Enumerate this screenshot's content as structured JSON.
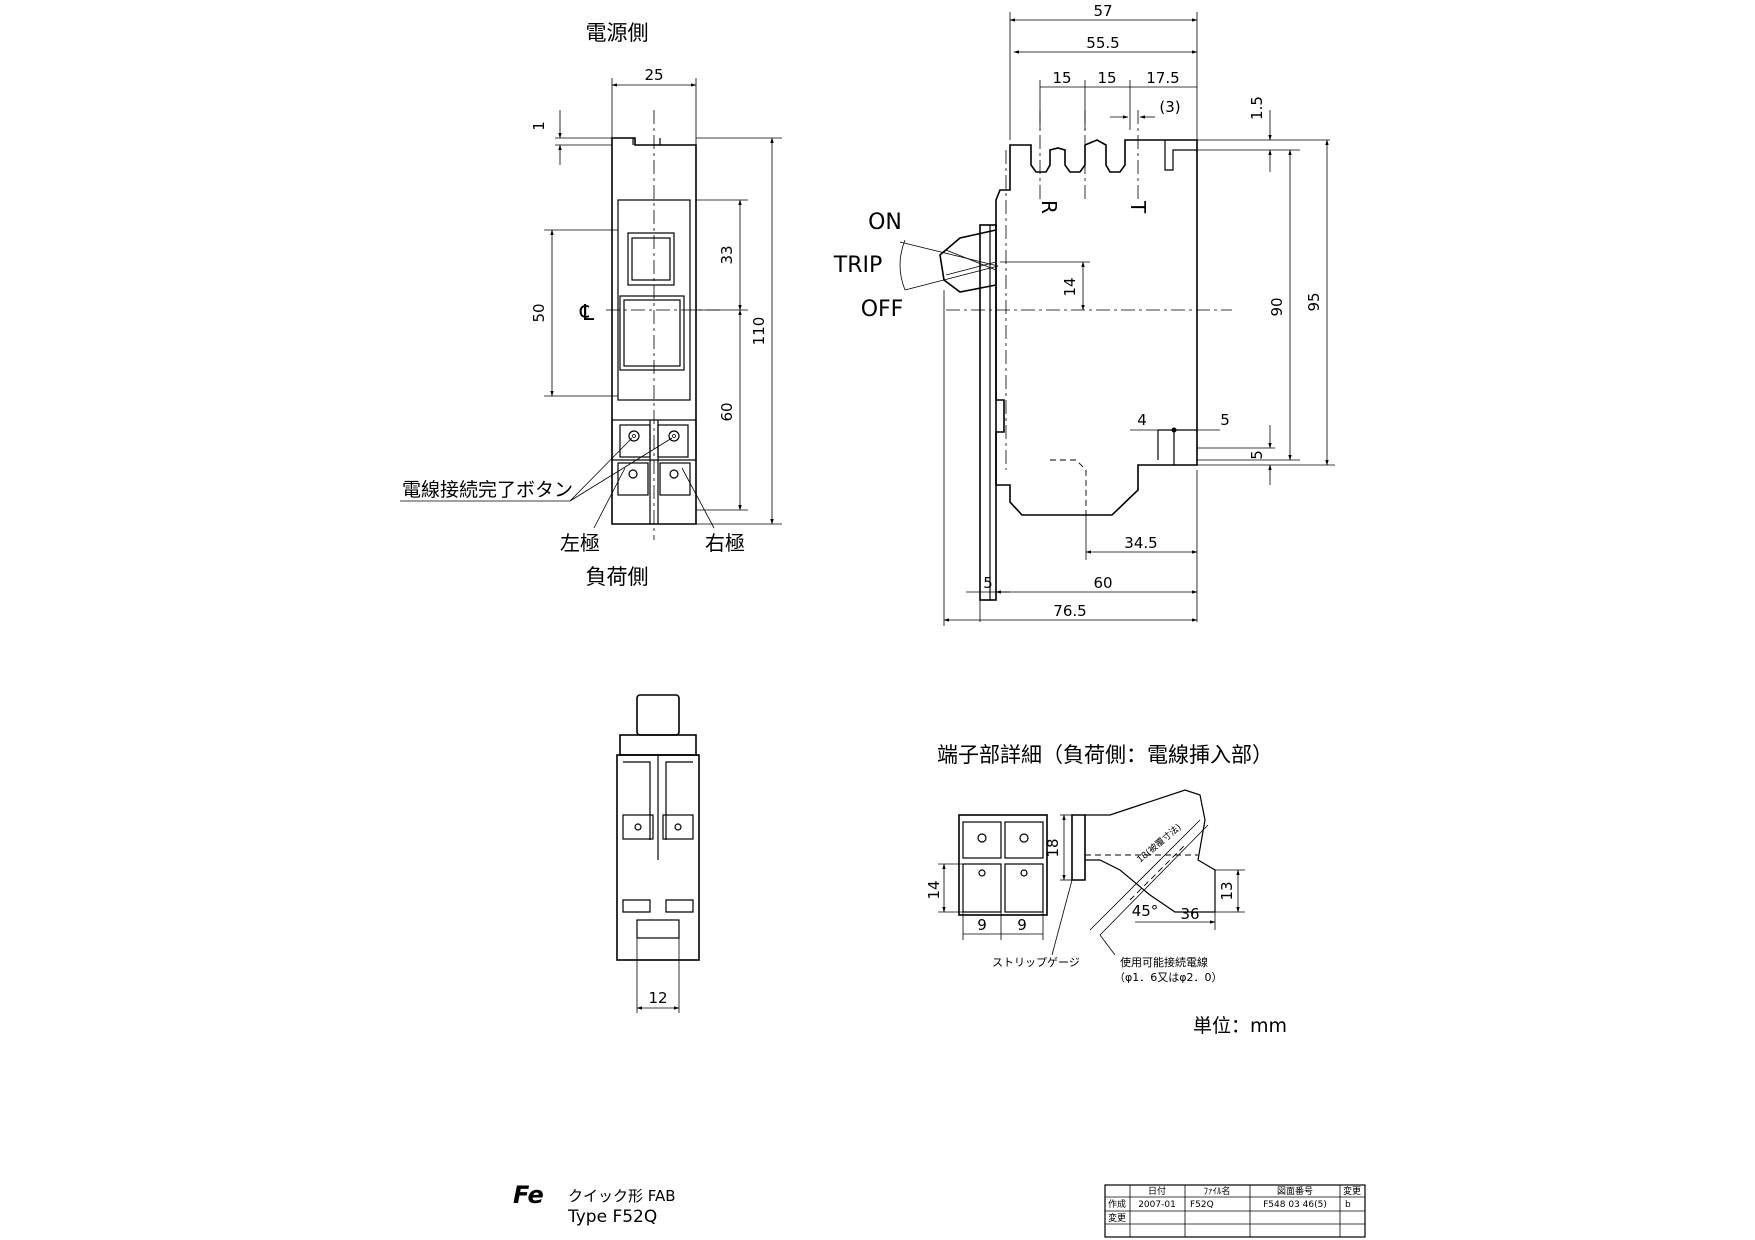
{
  "front_view": {
    "top_label": "電源側",
    "bottom_label": "負荷側",
    "centerline_symbol": "℄",
    "button_label": "電線接続完了ボタン",
    "left_pole": "左極",
    "right_pole": "右極",
    "dims": {
      "width": "25",
      "step": "1",
      "height": "110",
      "upper": "33",
      "lower": "60",
      "span": "50"
    }
  },
  "side_view": {
    "handle_positions": [
      "ON",
      "TRIP",
      "OFF"
    ],
    "terminal_marks": [
      "R",
      "T"
    ],
    "dims": {
      "overall_depth": "57",
      "body_depth": "55.5",
      "pitch_1": "15",
      "pitch_2": "15",
      "pitch_3": "17.5",
      "gap": "(3)",
      "top_step": "1.5",
      "handle_offset": "14",
      "height_90": "90",
      "height_95": "95",
      "rail_4": "4",
      "rail_5": "5",
      "rail_5v": "5",
      "rail_34_5": "34.5",
      "flange": "5",
      "base_60": "60",
      "total": "76.5"
    }
  },
  "bottom_view": {
    "width": "12"
  },
  "terminal_detail": {
    "title": "端子部詳細（負荷側：電線挿入部）",
    "dims": {
      "h14": "14",
      "w9a": "9",
      "w9b": "9",
      "h18": "18",
      "h13": "13",
      "w36": "36",
      "angle": "45°",
      "strip": "18(被覆寸法)"
    },
    "strip_gauge": "ストリップゲージ",
    "wire_note_1": "使用可能接続電線",
    "wire_note_2": "（φ1．6又はφ2．0）"
  },
  "unit_note": "単位：mm",
  "product": {
    "logo": "Fe",
    "name": "クイック形 FAB",
    "type": "Type F52Q"
  },
  "title_block": {
    "headers": [
      "",
      "日付",
      "ﾌｧｲﾙ名",
      "図面番号",
      "変更"
    ],
    "row_created": [
      "作成",
      "2007-01",
      "F52Q",
      "F548 03 46(5)",
      "b"
    ],
    "row_changed": [
      "変更",
      "",
      "",
      "",
      ""
    ]
  }
}
